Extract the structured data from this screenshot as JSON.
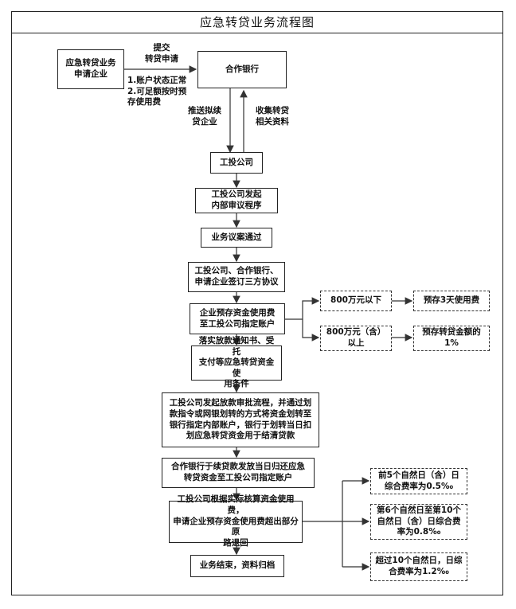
{
  "title": "应急转贷业务流程图",
  "nodes": {
    "applicant": "应急转贷业务\n申请企业",
    "bank": "合作银行",
    "company": "工投公司",
    "internal_review": "工投公司发起\n内部审议程序",
    "approved": "业务议案通过",
    "agreement": "工投公司、合作银行、\n申请企业签订三方协议",
    "prepay": "企业预存资金使用费\n至工投公司指定账户",
    "below800": "800万元以下",
    "above800": "800万元（含）\n以上",
    "prepay3days": "预存3天使用费",
    "prepay1pct": "预存转贷金额的\n1%",
    "conditions": "落实放款通知书、受托\n支付等应急转贷资金使\n用条件",
    "transfer": "工投公司发起放款审批流程，并通过划\n款指令或网银划转的方式将资金划转至\n银行指定内部账户，银行于划转当日扣\n划应急转贷资金用于结清贷款",
    "repay": "合作银行于续贷款发放当日归还应急\n转贷资金至工投公司指定账户",
    "settle": "工投公司根据实际核算资金使用费，\n申请企业预存资金使用费超出部分原\n路退回",
    "rate1": "前5个自然日（含）日\n综合费率为0.5‰",
    "rate2": "第6个自然日至第10个\n自然日（含）日综合费\n率为0.8‰",
    "rate3": "超过10个自然日，日综\n合费率为1.2‰",
    "end": "业务结束，资料归档"
  },
  "labels": {
    "submit": "提交\n转贷申请",
    "conditions_note": "1.账户状态正常\n2.可足额按时预\n存使用费",
    "recommend": "推送拟续\n贷企业",
    "collect": "收集转贷\n相关资料"
  }
}
